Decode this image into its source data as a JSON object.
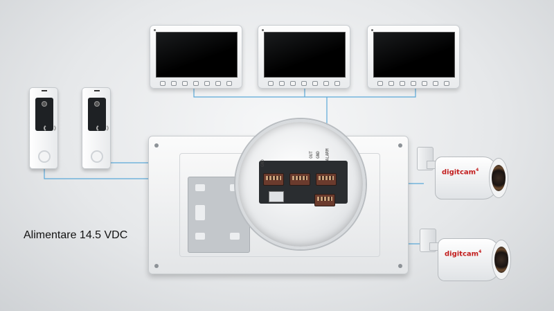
{
  "caption": "Alimentare 14.5 VDC",
  "camera_brand": "digitcam",
  "camera_brand_sup": "4",
  "colors": {
    "wire": "#5aa8d8",
    "brand": "#c21d1d"
  },
  "connector_labels": [
    "GND",
    "OUT",
    "GND",
    "ALARM"
  ]
}
